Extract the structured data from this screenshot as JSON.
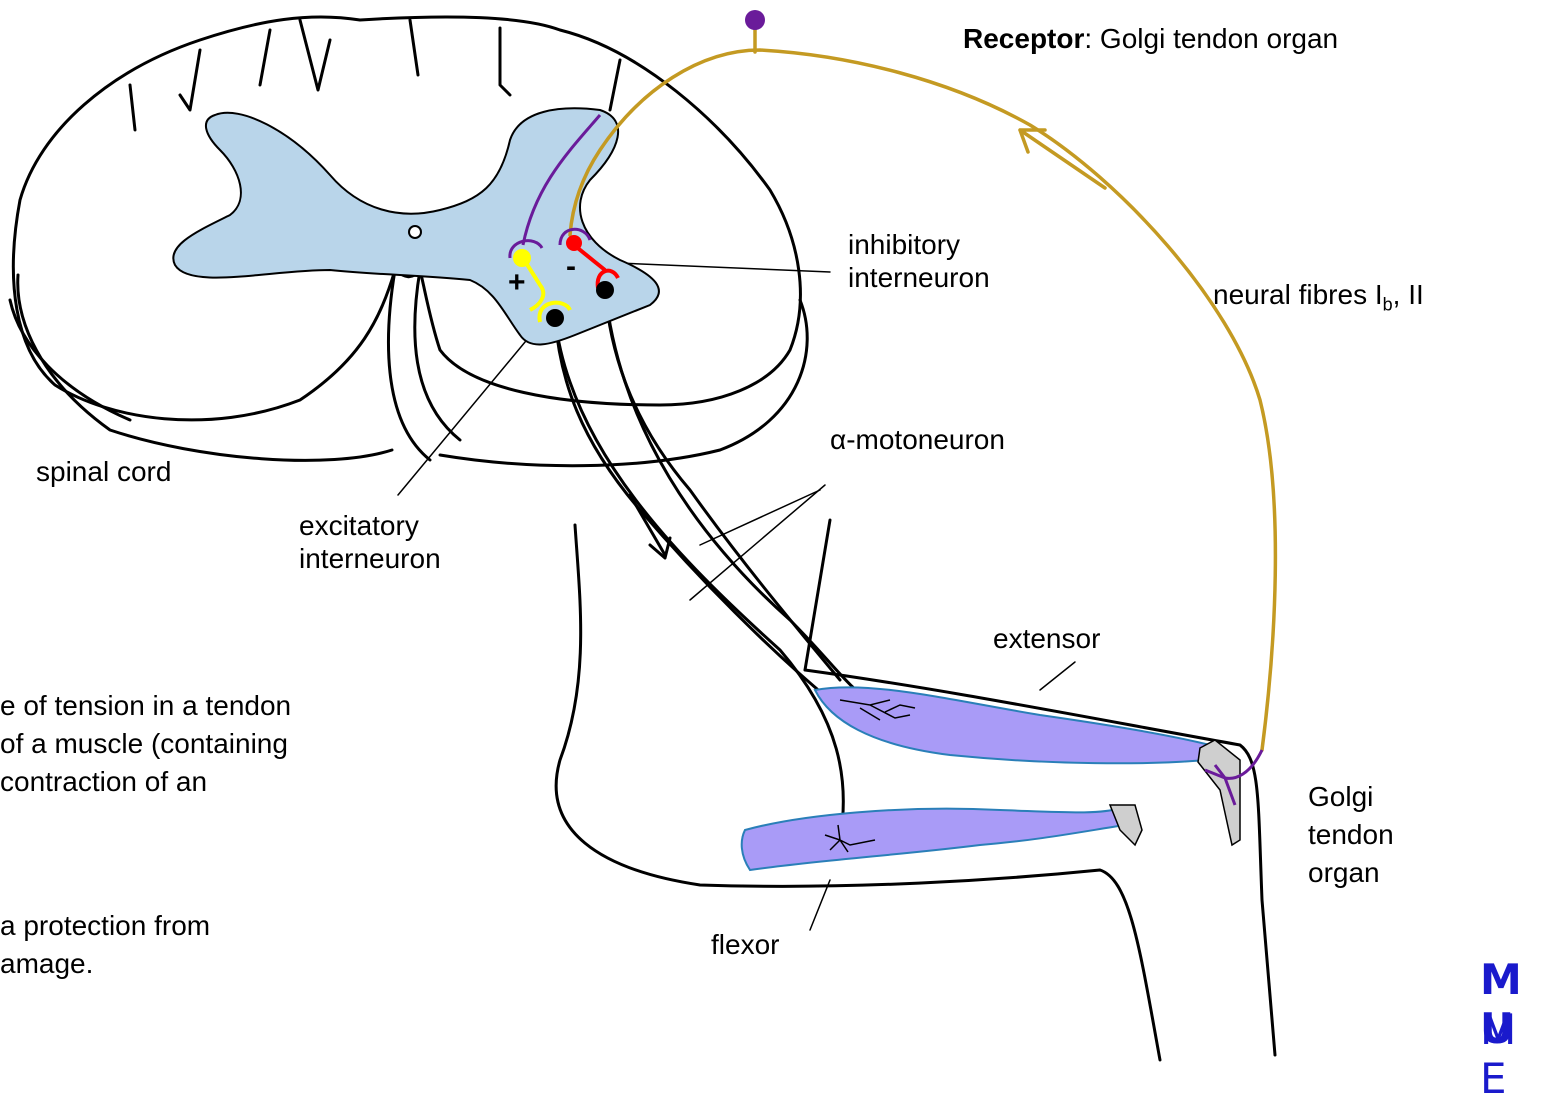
{
  "receptor": {
    "bold": "Receptor",
    "rest": ": Golgi tendon organ"
  },
  "labels": {
    "inhibitory_line1": "inhibitory",
    "inhibitory_line2": "interneuron",
    "neural_fibres_prefix": "neural fibres I",
    "neural_fibres_sub": "b",
    "neural_fibres_suffix": ", II",
    "alpha_motoneuron": "α-motoneuron",
    "spinal_cord": "spinal cord",
    "excitatory_line1": "excitatory",
    "excitatory_line2": "interneuron",
    "extensor": "extensor",
    "golgi_line1": "Golgi",
    "golgi_line2": "tendon",
    "golgi_line3": "organ",
    "flexor": "flexor",
    "plus_sign": "+",
    "minus_sign": "-"
  },
  "body_text": [
    "e of tension in a tendon",
    "of a muscle (containing",
    "contraction of an",
    "a protection from",
    "amage."
  ],
  "logo": {
    "line1": "M U",
    "line2": "M E"
  },
  "colors": {
    "grey_matter": "#b9d5ea",
    "muscle": "#a99bf7",
    "afferent_fibre": "#c49a22",
    "interneuron_excitatory": "#ffff00",
    "interneuron_inhibitory": "#ff0000",
    "receptor_purple": "#6a1b9a",
    "logo_blue": "#1a1acc"
  }
}
